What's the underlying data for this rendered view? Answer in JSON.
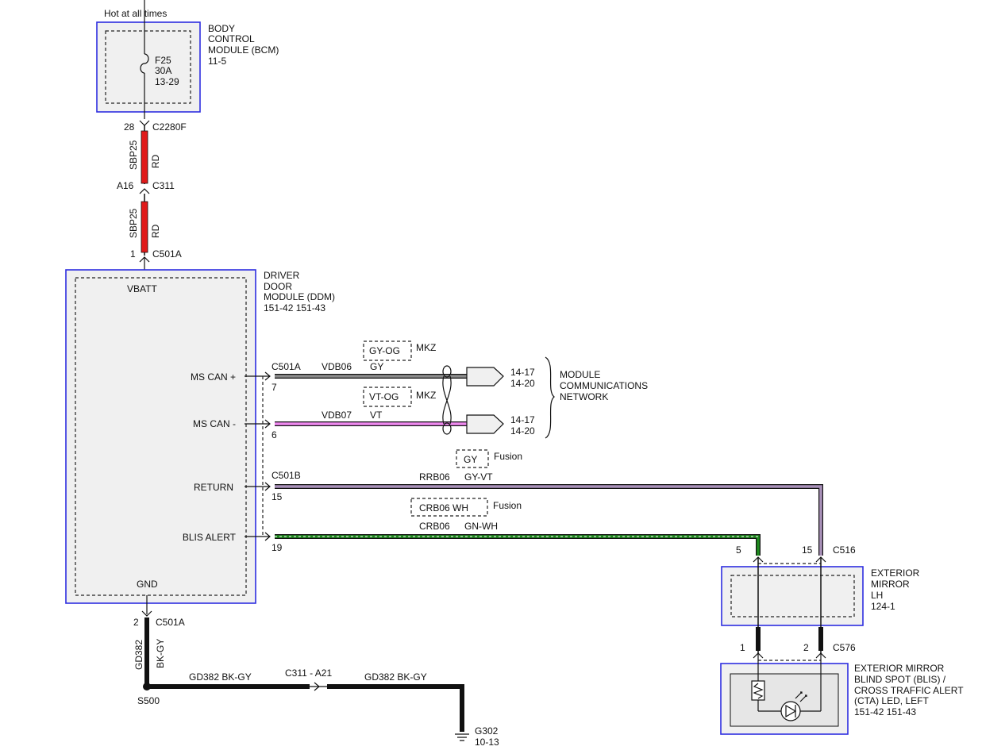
{
  "power": {
    "hot_at_all_times": "Hot at all times"
  },
  "bcm": {
    "name_lines": [
      "BODY",
      "CONTROL",
      "MODULE (BCM)",
      "11-5"
    ],
    "fuse_lines": [
      "F25",
      "30A",
      "13-29"
    ]
  },
  "connectors": {
    "c2280f": {
      "pin": "28",
      "name": "C2280F"
    },
    "c311": {
      "pin": "A16",
      "name": "C311"
    },
    "c501a_top": {
      "pin": "1",
      "name": "C501A"
    },
    "c501a_ms": {
      "name": "C501A"
    },
    "c501b": {
      "name": "C501B"
    },
    "c501a_gnd": {
      "pin": "2",
      "name": "C501A"
    },
    "c516": {
      "pin_a": "5",
      "pin_b": "15",
      "name": "C516"
    },
    "c576": {
      "pin_a": "1",
      "pin_b": "2",
      "name": "C576"
    },
    "c311_ground": {
      "name": "C311  -  A21"
    }
  },
  "wires": {
    "sbp25_upper": {
      "circuit": "SBP25",
      "color": "RD"
    },
    "sbp25_lower": {
      "circuit": "SBP25",
      "color": "RD"
    },
    "ms_can_plus": {
      "pin": "7",
      "circuit": "VDB06",
      "color": "GY",
      "alt_color": "GY-OG",
      "alt_model": "MKZ"
    },
    "ms_can_minus": {
      "pin": "6",
      "circuit": "VDB07",
      "color": "VT",
      "alt_color": "VT-OG",
      "alt_model": "MKZ"
    },
    "return": {
      "pin": "15",
      "circuit": "RRB06",
      "color": "GY-VT",
      "alt_color": "GY",
      "alt_model": "Fusion"
    },
    "blis_alert": {
      "pin": "19",
      "circuit": "CRB06",
      "color": "GN-WH",
      "alt_label": "CRB06   WH",
      "alt_model": "Fusion"
    },
    "gd382_vert": {
      "circuit": "GD382",
      "color": "BK-GY"
    },
    "gd382_horiz_a": {
      "label": "GD382   BK-GY"
    },
    "gd382_horiz_b": {
      "label": "GD382   BK-GY"
    }
  },
  "ddm": {
    "name_lines": [
      "DRIVER",
      "DOOR",
      "MODULE (DDM)",
      "151-42   151-43"
    ],
    "pins": {
      "vbatt": "VBATT",
      "ms_can_plus": "MS CAN +",
      "ms_can_minus": "MS CAN -",
      "return": "RETURN",
      "blis_alert": "BLIS ALERT",
      "gnd": "GND"
    }
  },
  "network": {
    "ref_plus": [
      "14-17",
      "14-20"
    ],
    "ref_minus": [
      "14-17",
      "14-20"
    ],
    "name_lines": [
      "MODULE",
      "COMMUNICATIONS",
      "NETWORK"
    ]
  },
  "mirror": {
    "name_lines": [
      "EXTERIOR",
      "MIRROR",
      "LH",
      "124-1"
    ]
  },
  "blis_led": {
    "name_lines": [
      "EXTERIOR MIRROR",
      "BLIND SPOT (BLIS) /",
      "CROSS TRAFFIC ALERT",
      "(CTA) LED, LEFT",
      "151-42     151-43"
    ]
  },
  "splice": {
    "name": "S500"
  },
  "ground": {
    "name": "G302",
    "ref": "10-13"
  },
  "colors": {
    "wire_red": "#e01a1a",
    "wire_gray": "#8c8c8c",
    "wire_violet": "#ee88ee",
    "wire_gray_violet": "#a890b8",
    "wire_green_white": "#1f8a1f",
    "wire_black": "#111111",
    "module_border": "#2e2ee0"
  }
}
